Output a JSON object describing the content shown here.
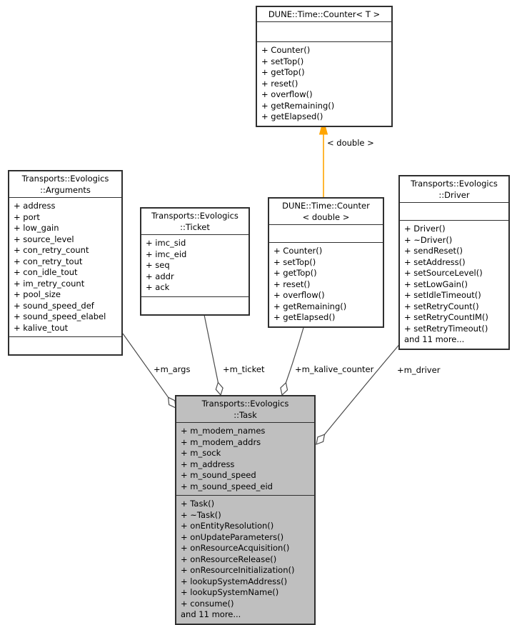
{
  "diagram": {
    "accent_orange": "#ffa500",
    "focus_fill": "#bfbfbf",
    "node_fill": "#ffffff",
    "border_color": "#2f2f2f",
    "edge_color": "#4b4b4b"
  },
  "classes": [
    {
      "id": "counter-t",
      "title_lines": [
        "DUNE::Time::Counter< T >"
      ],
      "attributes": [],
      "methods": [
        "+ Counter()",
        "+ setTop()",
        "+ getTop()",
        "+ reset()",
        "+ overflow()",
        "+ getRemaining()",
        "+ getElapsed()"
      ]
    },
    {
      "id": "arguments",
      "title_lines": [
        "Transports::Evologics",
        "::Arguments"
      ],
      "attributes": [
        "+ address",
        "+ port",
        "+ low_gain",
        "+ source_level",
        "+ con_retry_count",
        "+ con_retry_tout",
        "+ con_idle_tout",
        "+ im_retry_count",
        "+ pool_size",
        "+ sound_speed_def",
        "+ sound_speed_elabel",
        "+ kalive_tout"
      ],
      "methods": []
    },
    {
      "id": "ticket",
      "title_lines": [
        "Transports::Evologics",
        "::Ticket"
      ],
      "attributes": [
        "+ imc_sid",
        "+ imc_eid",
        "+ seq",
        "+ addr",
        "+ ack"
      ],
      "methods": []
    },
    {
      "id": "counter-double",
      "title_lines": [
        "DUNE::Time::Counter",
        "< double >"
      ],
      "attributes": [],
      "methods": [
        "+ Counter()",
        "+ setTop()",
        "+ getTop()",
        "+ reset()",
        "+ overflow()",
        "+ getRemaining()",
        "+ getElapsed()"
      ]
    },
    {
      "id": "driver",
      "title_lines": [
        "Transports::Evologics",
        "::Driver"
      ],
      "attributes": [],
      "methods": [
        "+ Driver()",
        "+ ~Driver()",
        "+ sendReset()",
        "+ setAddress()",
        "+ setSourceLevel()",
        "+ setLowGain()",
        "+ setIdleTimeout()",
        "+ setRetryCount()",
        "+ setRetryCountIM()",
        "+ setRetryTimeout()",
        "and 11 more..."
      ]
    },
    {
      "id": "task",
      "title_lines": [
        "Transports::Evologics",
        "::Task"
      ],
      "attributes": [
        "+ m_modem_names",
        "+ m_modem_addrs",
        "+ m_sock",
        "+ m_address",
        "+ m_sound_speed",
        "+ m_sound_speed_eid"
      ],
      "methods": [
        "+ Task()",
        "+ ~Task()",
        "+ onEntityResolution()",
        "+ onUpdateParameters()",
        "+ onResourceAcquisition()",
        "+ onResourceRelease()",
        "+ onResourceInitialization()",
        "+ lookupSystemAddress()",
        "+ lookupSystemName()",
        "+ consume()",
        "and 11 more..."
      ]
    }
  ],
  "edges": {
    "m_args": "+m_args",
    "m_ticket": "+m_ticket",
    "m_kalive_counter": "+m_kalive_counter",
    "m_driver": "+m_driver",
    "template_instance": "< double >"
  }
}
